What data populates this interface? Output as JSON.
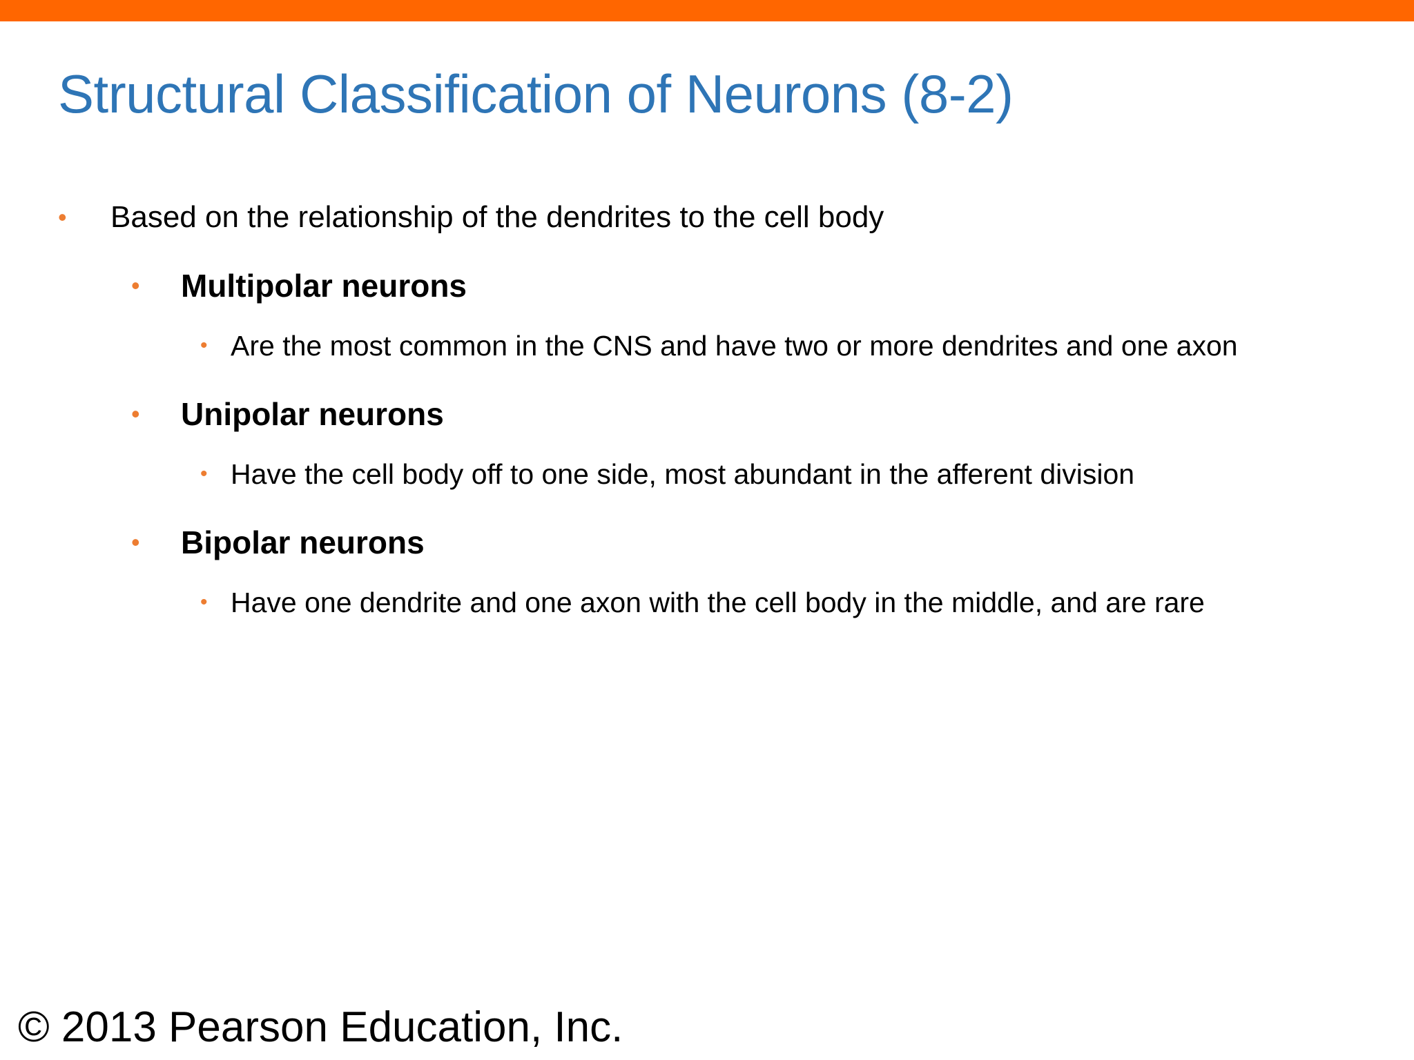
{
  "slide": {
    "title": "Structural Classification of Neurons (8-2)",
    "accent_bar_color": "#FF6600",
    "title_color": "#2E75B6",
    "bullet_color": "#ED7D31",
    "text_color": "#000000",
    "background_color": "#FFFFFF"
  },
  "content": {
    "intro": {
      "text": "Based on the relationship of the dendrites to the cell body",
      "marker": "•"
    },
    "sections": [
      {
        "heading": "Multipolar neurons",
        "marker": "•",
        "detail": "Are the most common in the CNS and have two or more dendrites and one axon",
        "detail_marker": "•"
      },
      {
        "heading": "Unipolar neurons",
        "marker": "•",
        "detail": "Have the cell body off to one side, most abundant in the afferent division",
        "detail_marker": "•"
      },
      {
        "heading": "Bipolar neurons",
        "marker": "•",
        "detail": "Have one dendrite and one axon with the cell body in the middle, and are rare",
        "detail_marker": "•"
      }
    ]
  },
  "footer": {
    "copyright": "© 2013 Pearson Education, Inc."
  }
}
